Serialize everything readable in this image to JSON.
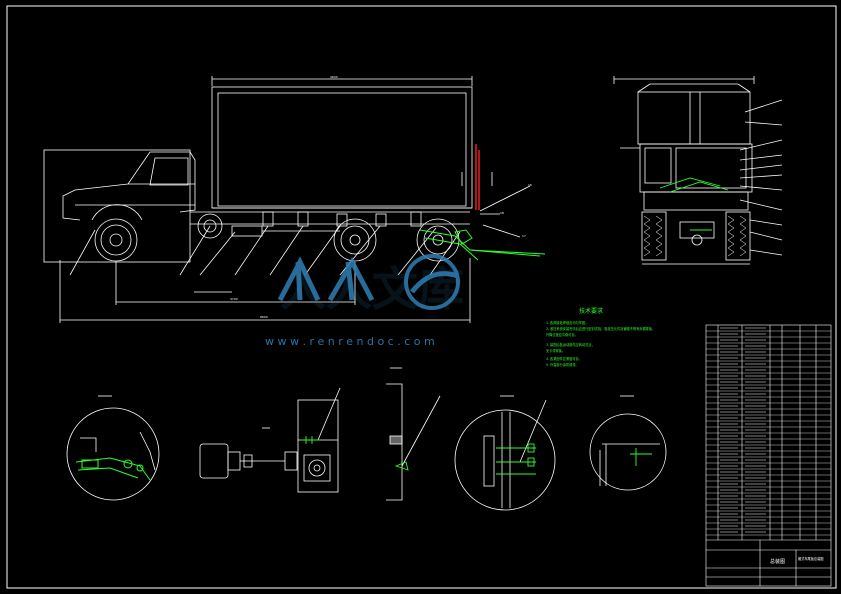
{
  "drawing": {
    "watermark_cn": "人人文库",
    "watermark_url": "w w w . r e n r e n d o c . c o m",
    "tech_notes": {
      "title": "技术要求",
      "lines": [
        "1. 各焊接处焊缝应均匀牢固。",
        "2. 液压系统安装完毕后应进行密封试验，各液压元件及管路不得有渗漏现象，",
        "   升降过程应平稳可靠。",
        "3. 装配后各运动部件应转动灵活，",
        "   无卡滞现象。",
        "4. 各紧固件应紧固可靠。",
        "5. 外露部分涂防锈漆。"
      ]
    },
    "title_block": {
      "drawing_name": "总装图",
      "product_name": "厢式车尾板总装图"
    }
  },
  "colors": {
    "background": "#000000",
    "line": "#ffffff",
    "accent_green": "#2cff2c",
    "accent_red": "#ff2020",
    "watermark_blue": "#2f7fb4"
  }
}
